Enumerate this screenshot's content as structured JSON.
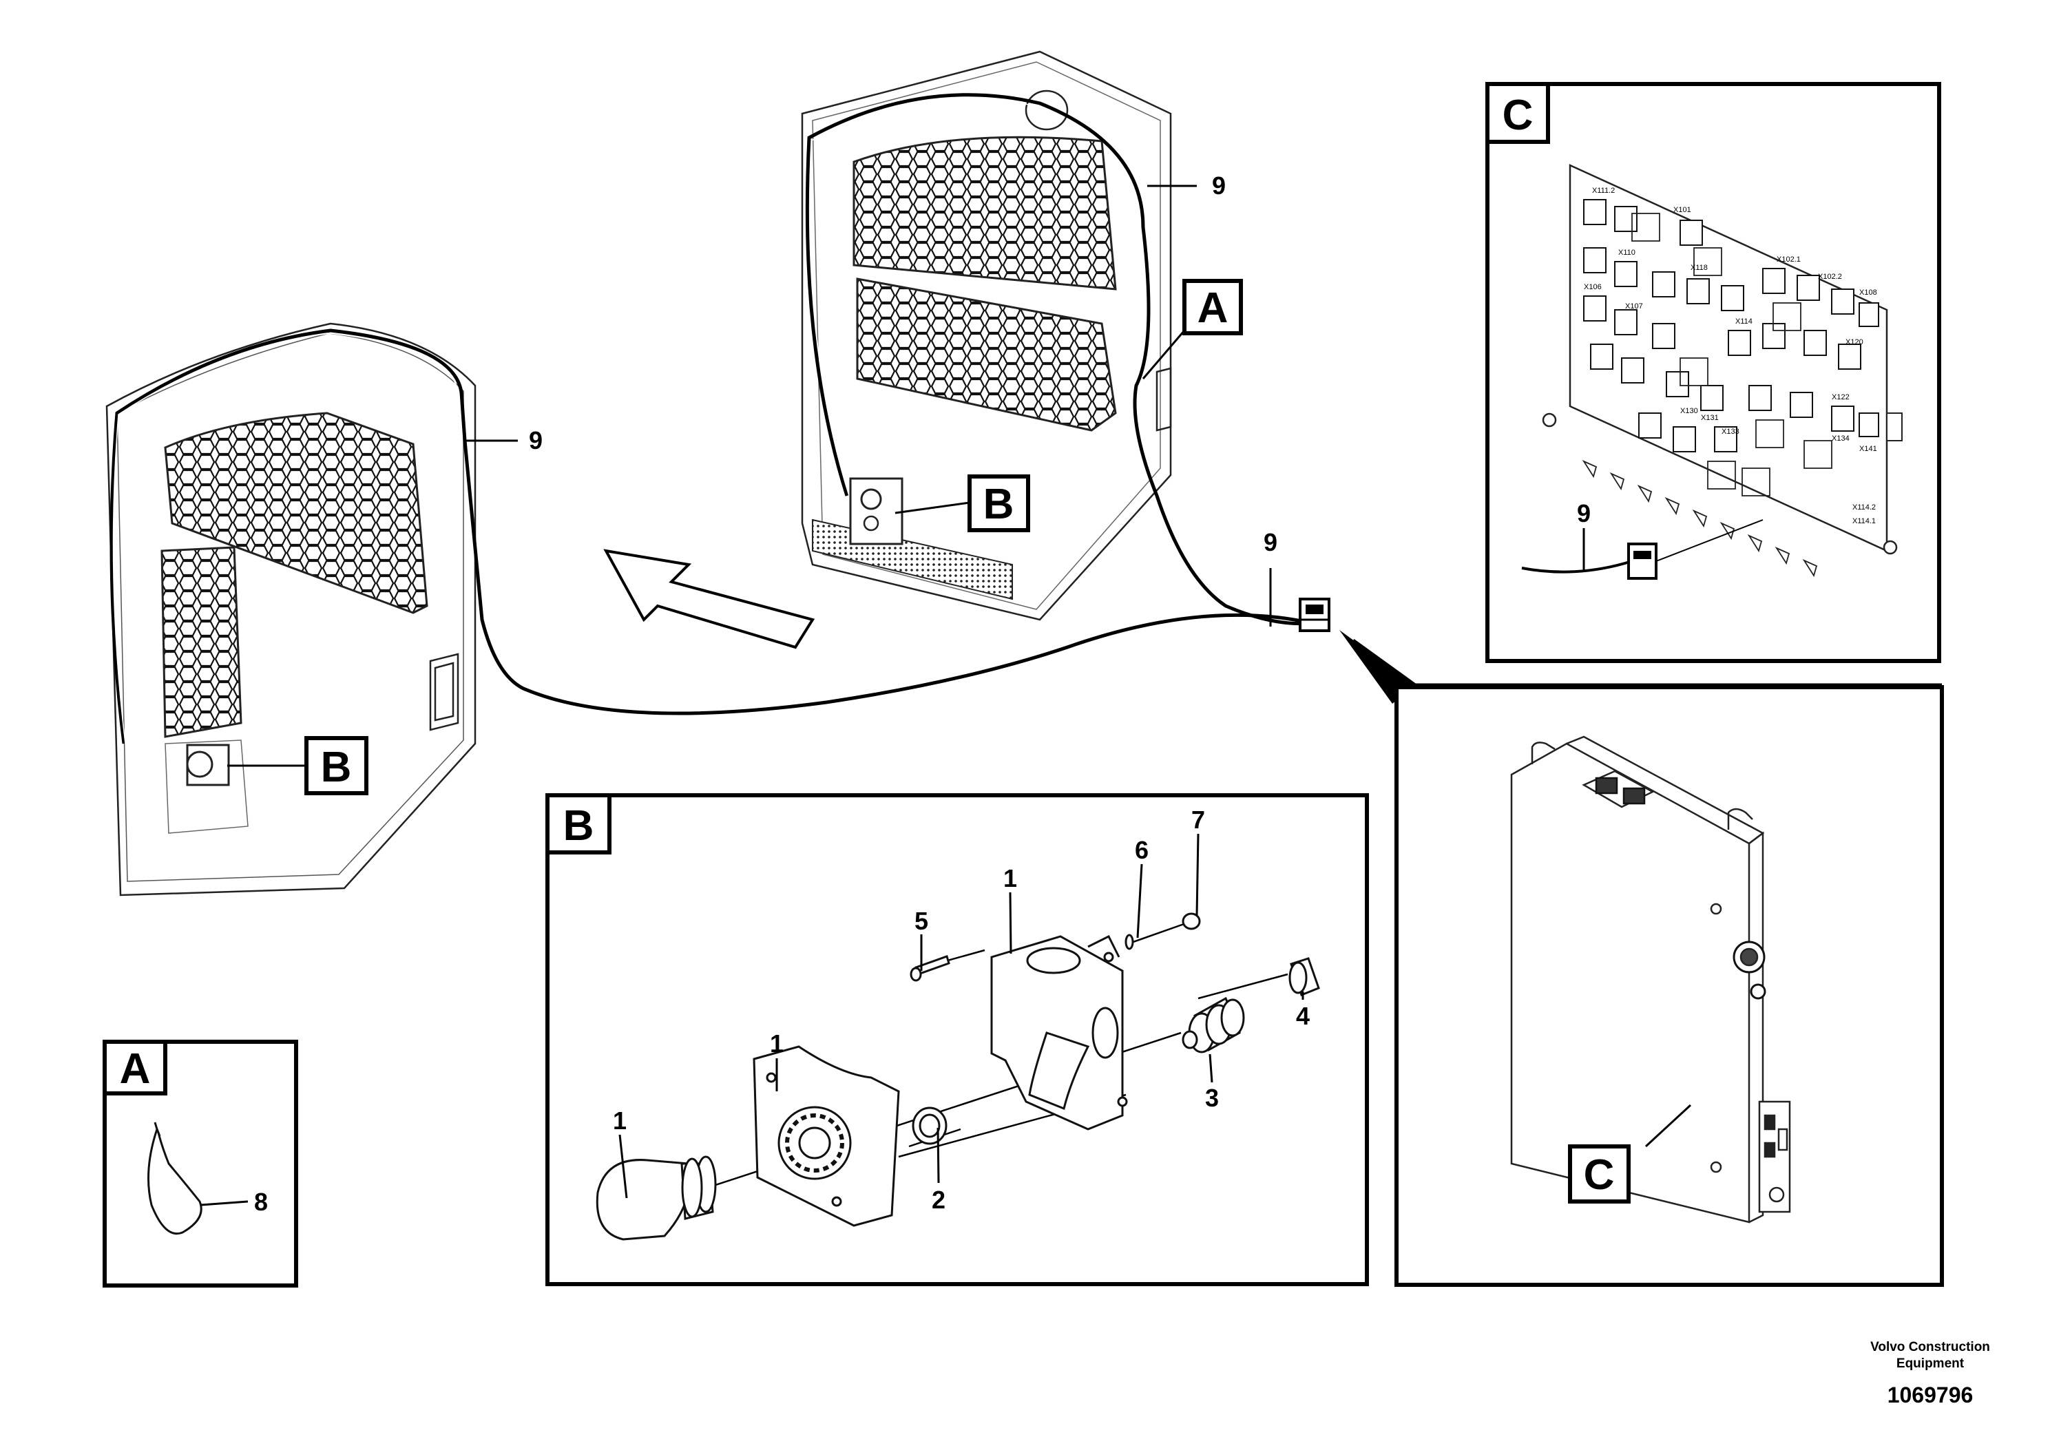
{
  "views": {
    "A": "A",
    "B": "B",
    "C": "C"
  },
  "callouts": {
    "p1": "1",
    "p2": "2",
    "p3": "3",
    "p4": "4",
    "p5": "5",
    "p6": "6",
    "p7": "7",
    "p8": "8",
    "p9": "9"
  },
  "board_labels": [
    "X111.2",
    "X101",
    "X102.1",
    "X102.2",
    "X108",
    "X110",
    "X118",
    "X107",
    "X106",
    "X114",
    "X131",
    "X130",
    "X133",
    "X134",
    "X141",
    "X114.2",
    "X114.1",
    "X120",
    "X122"
  ],
  "footer": {
    "company_line1": "Volvo Construction",
    "company_line2": "Equipment",
    "doc_number": "1069796"
  }
}
